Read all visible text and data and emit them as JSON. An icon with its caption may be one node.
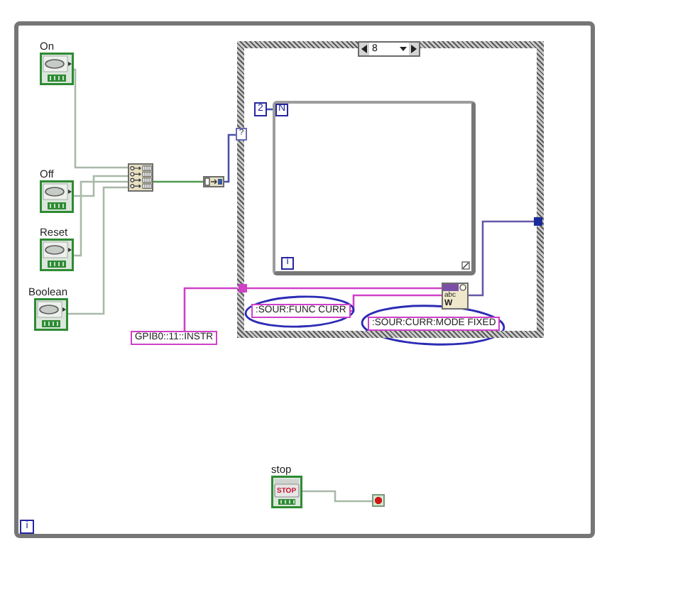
{
  "diagram": {
    "nodes": [
      {
        "text": [],
        "shape": "box"
      },
      {
        "text": [
          "On"
        ],
        "in": 0
      },
      {
        "text": [
          "Off"
        ],
        "in": 0
      },
      {
        "text": [
          "Reset"
        ],
        "in": 0
      },
      {
        "text": [
          "Boolean"
        ],
        "in": 0
      },
      {
        "text": [],
        "shape": "box",
        "in": 0
      },
      {
        "text": [],
        "shape": "box",
        "in": 0
      },
      {
        "text": [
          "8"
        ],
        "in": 0
      },
      {
        "text": [
          "?"
        ],
        "in": 7
      },
      {
        "text": [
          "2"
        ],
        "in": 7
      },
      {
        "text": [],
        "shape": "box",
        "in": 7
      },
      {
        "text": [
          "N"
        ],
        "in": 10
      },
      {
        "text": [
          "i"
        ],
        "in": 10
      },
      {
        "text": [
          "GPIB0::11::INSTR"
        ],
        "in": 0
      },
      {
        "text": [],
        "shape": "box",
        "in": 7
      },
      {
        "text": [
          ":SOUR:FUNC CURR"
        ],
        "in": 7
      },
      {
        "text": [
          "abc",
          "W"
        ],
        "in": 7
      },
      {
        "text": [
          ":SOUR:CURR:MODE FIXED"
        ],
        "in": 7
      },
      {
        "text": [],
        "shape": "box",
        "in": 7
      },
      {
        "text": [
          "stop",
          "STOP"
        ],
        "in": 0
      },
      {
        "text": [],
        "shape": "box",
        "in": 0
      },
      {
        "text": [
          "i"
        ],
        "in": 0
      }
    ],
    "edges": [
      {
        "from": 1,
        "to": 5,
        "arrow": "none"
      },
      {
        "from": 2,
        "to": 5,
        "arrow": "none"
      },
      {
        "from": 3,
        "to": 5,
        "arrow": "none"
      },
      {
        "from": 4,
        "to": 5,
        "arrow": "none"
      },
      {
        "from": 5,
        "to": 6,
        "arrow": "none",
        "color": "#4f9a4f"
      },
      {
        "from": 6,
        "to": 8,
        "arrow": "none",
        "color": "#4a52a8"
      },
      {
        "from": 9,
        "to": 11,
        "arrow": "none",
        "color": "#4a52a8"
      },
      {
        "from": 13,
        "to": 14,
        "arrow": "none",
        "color": "#d040c8"
      },
      {
        "from": 14,
        "to": 16,
        "arrow": "none",
        "color": "#d040c8"
      },
      {
        "from": 15,
        "to": 16,
        "arrow": "none",
        "color": "#d040c8"
      },
      {
        "from": 16,
        "to": 18,
        "arrow": "none",
        "color": "#6458a8"
      },
      {
        "from": 19,
        "to": 20,
        "arrow": "none"
      }
    ]
  }
}
